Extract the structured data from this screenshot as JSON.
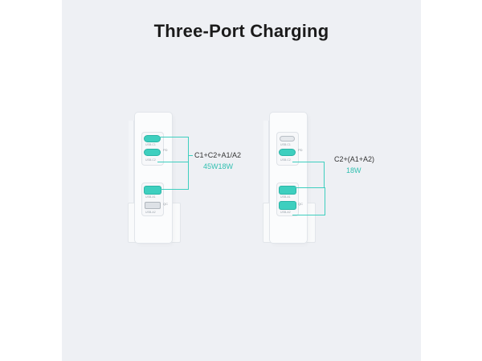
{
  "title": "Three-Port Charging",
  "ports": {
    "usb_c1": "USB-C1",
    "usb_c2": "USB-C2",
    "usb_a1": "USB-A1",
    "usb_a2": "USB-A2",
    "pd": "PD",
    "qc": "QC"
  },
  "configs": [
    {
      "label": "C1+C2+A1/A2",
      "watts": "45W18W",
      "active_ports": [
        "USB-C1",
        "USB-C2",
        "USB-A1"
      ]
    },
    {
      "label": "C2+(A1+A2)",
      "watts": "18W",
      "active_ports": [
        "USB-C2",
        "USB-A1",
        "USB-A2"
      ]
    }
  ],
  "colors": {
    "accent": "#3ecfbf",
    "panel": "#eef0f4"
  }
}
